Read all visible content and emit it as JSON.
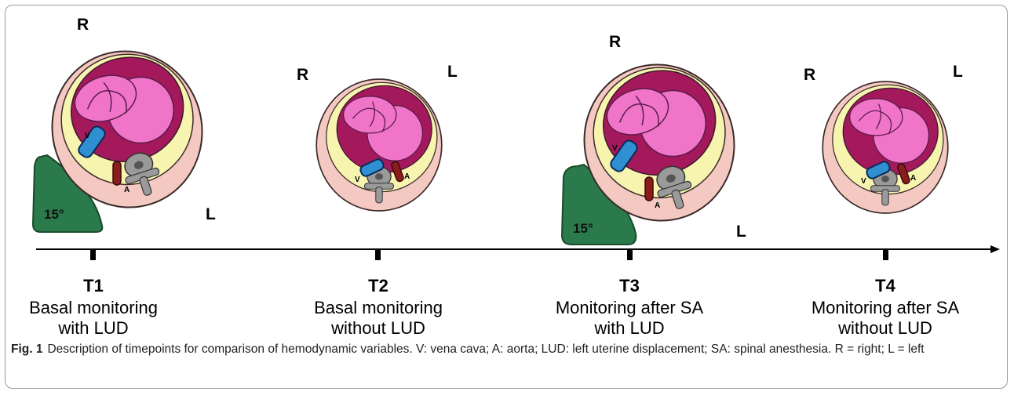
{
  "panels": [
    {
      "id": "T1",
      "line1": "Basal monitoring",
      "line2": "with LUD",
      "right_label": "R",
      "left_label": "L",
      "tilt_label": "15°",
      "vein_label": "V",
      "artery_label": "A"
    },
    {
      "id": "T2",
      "line1": "Basal monitoring",
      "line2": "without LUD",
      "right_label": "R",
      "left_label": "L",
      "vein_label": "V",
      "artery_label": "A"
    },
    {
      "id": "T3",
      "line1": "Monitoring after SA",
      "line2": "with LUD",
      "right_label": "R",
      "left_label": "L",
      "tilt_label": "15°",
      "vein_label": "V",
      "artery_label": "A"
    },
    {
      "id": "T4",
      "line1": "Monitoring after SA",
      "line2": "without LUD",
      "right_label": "R",
      "left_label": "L",
      "vein_label": "V",
      "artery_label": "A"
    }
  ],
  "caption": {
    "label": "Fig. 1",
    "text": "Description of timepoints for comparison of hemodynamic variables. V: vena cava; A: aorta; LUD: left uterine displacement; SA: spinal anesthesia. R = right; L = left"
  },
  "colors": {
    "skin": "#f4c9c1",
    "abdomen_wall": "#f7f4b0",
    "uterus": "#a3195b",
    "fetus": "#f075c8",
    "vena_cava": "#2f8fd1",
    "aorta": "#8a1c1c",
    "spine": "#9a9a9a",
    "wedge": "#2a7a4c"
  }
}
